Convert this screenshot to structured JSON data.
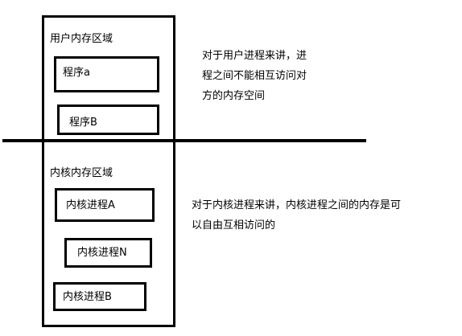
{
  "user_region": {
    "title": "用户内存区域",
    "programs": [
      "程序a",
      "程序B"
    ]
  },
  "kernel_region": {
    "title": "内核内存区域",
    "processes": [
      "内核进程A",
      "内核进程N",
      "内核进程B"
    ]
  },
  "notes": {
    "user": [
      "对于用户进程来讲，进",
      "程之间不能相互访问对",
      "方的内存空间"
    ],
    "kernel": [
      "对于内核进程来讲，内核进程之间的内存是可",
      "以自由互相访问的"
    ]
  },
  "colors": {
    "line": "#000000",
    "background": "#ffffff"
  }
}
